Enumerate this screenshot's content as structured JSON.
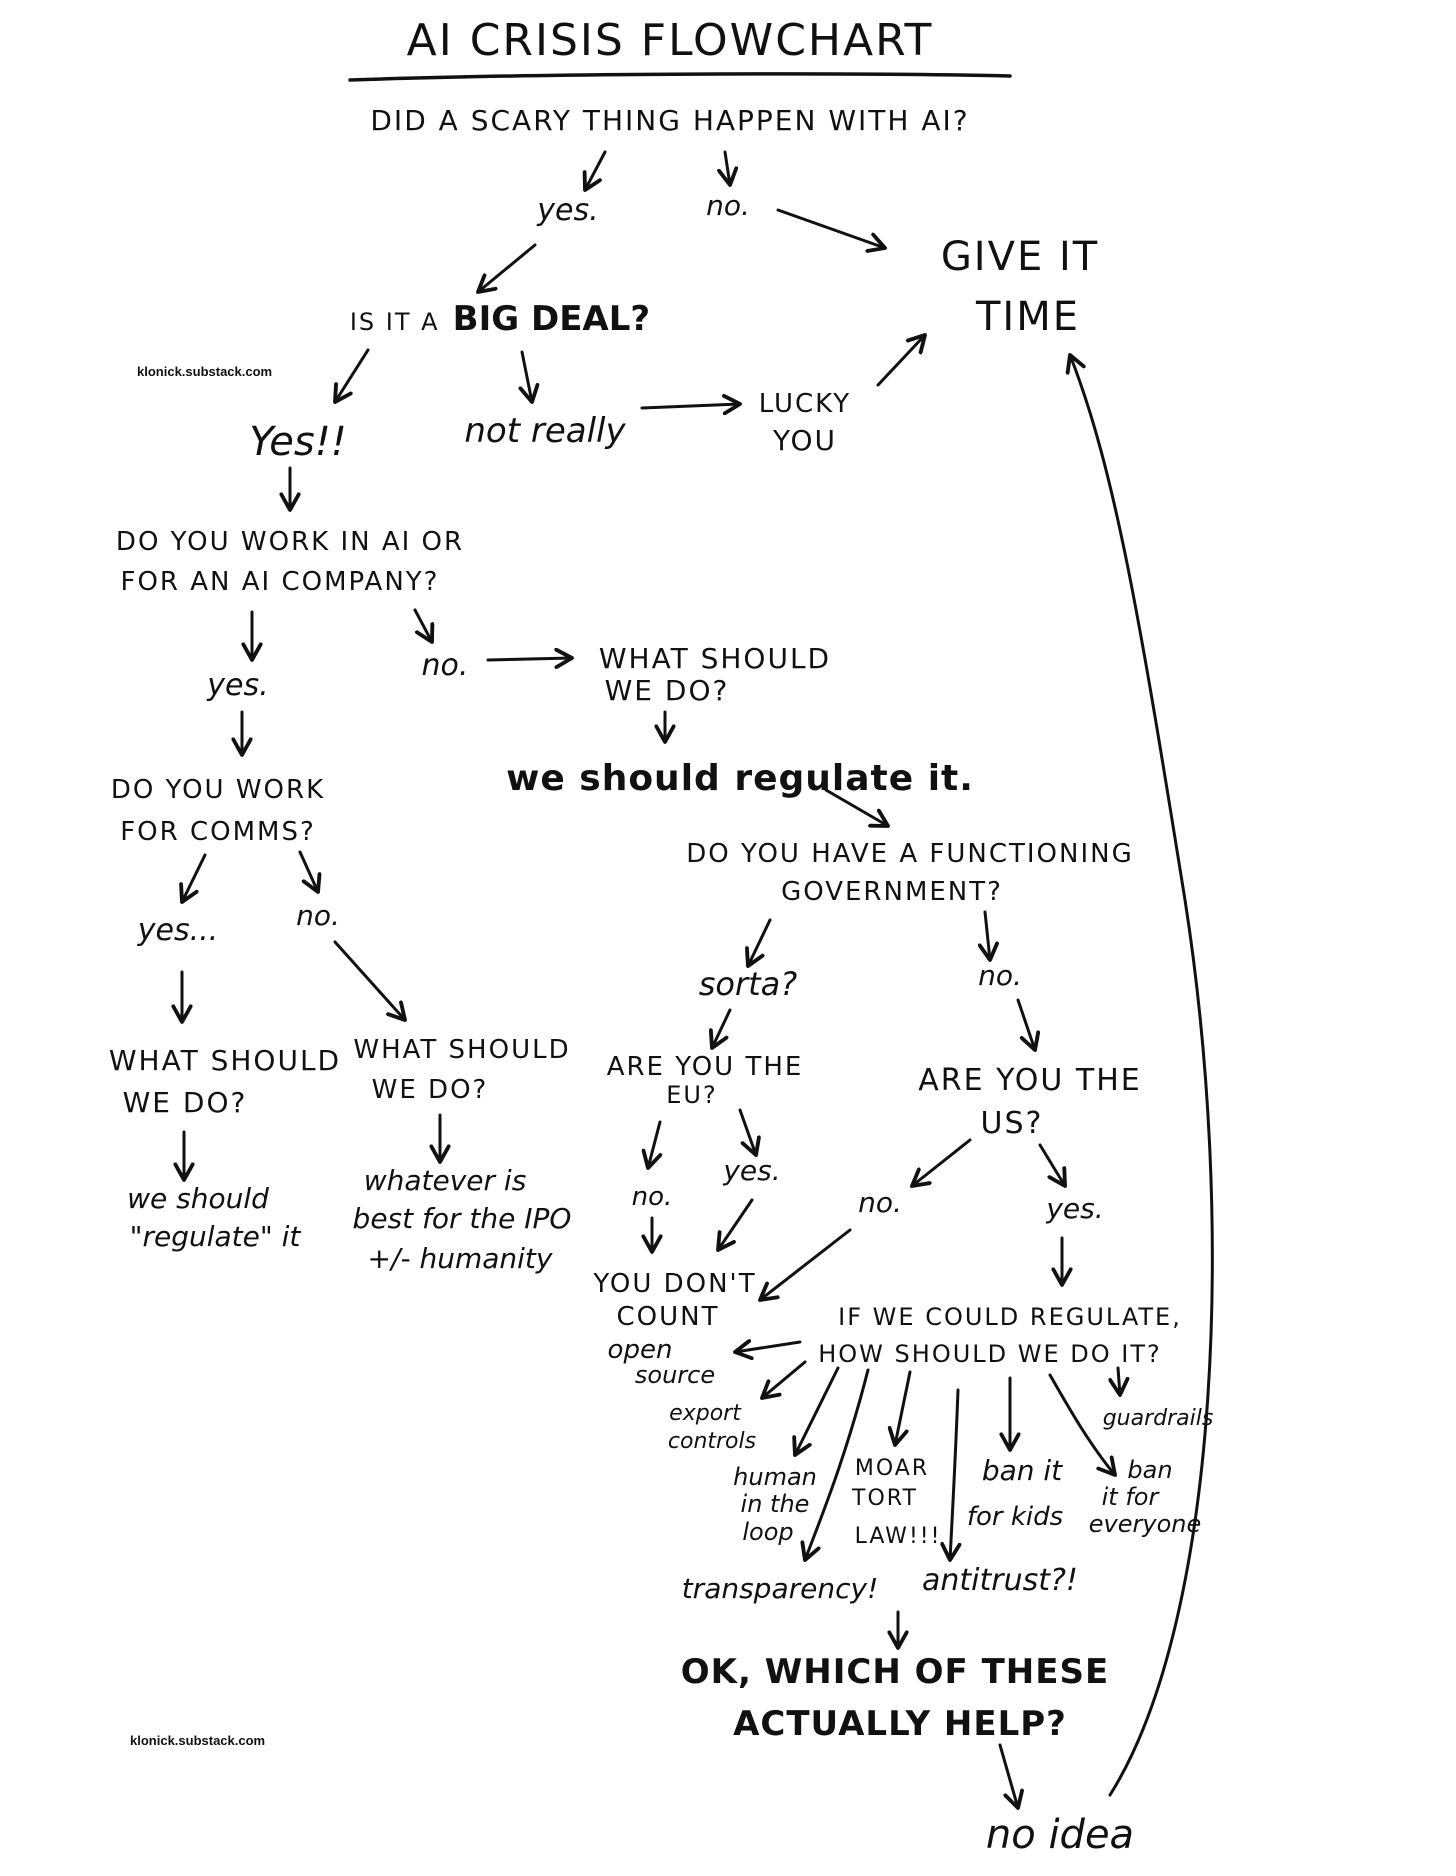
{
  "title": "AI CRISIS FLOWCHART",
  "watermark_top": "klonick.substack.com",
  "watermark_bottom": "klonick.substack.com",
  "nodes": {
    "q_scary": "DID A SCARY THING HAPPEN WITH AI?",
    "a_yes1": "yes.",
    "a_no1": "no.",
    "give_it_time_l1": "GIVE IT",
    "give_it_time_l2": "TIME",
    "q_bigdeal_prefix": "IS IT A",
    "q_bigdeal_emph": "BIG DEAL?",
    "a_yes2": "Yes!!",
    "a_notreally": "not really",
    "lucky_l1": "LUCKY",
    "lucky_l2": "YOU",
    "q_work_l1": "DO YOU WORK IN AI OR",
    "q_work_l2": "FOR AN AI COMPANY?",
    "a_yes3": "yes.",
    "a_no3": "no.",
    "q_wsd1_l1": "WHAT SHOULD",
    "q_wsd1_l2": "WE DO?",
    "regulate_it": "we should regulate it.",
    "q_comms_l1": "DO YOU WORK",
    "q_comms_l2": "FOR COMMS?",
    "a_yes4": "yes...",
    "a_no4": "no.",
    "q_wsd2_l1": "WHAT SHOULD",
    "q_wsd2_l2": "WE DO?",
    "q_wsd3_l1": "WHAT SHOULD",
    "q_wsd3_l2": "WE DO?",
    "ans_quoted_l1": "we should",
    "ans_quoted_l2": "\"regulate\" it",
    "ans_ipo_l1": "whatever is",
    "ans_ipo_l2": "best for the IPO",
    "ans_ipo_l3": "+/- humanity",
    "q_gov_l1": "DO YOU HAVE A FUNCTIONING",
    "q_gov_l2": "GOVERNMENT?",
    "a_sorta": "sorta?",
    "a_no5": "no.",
    "q_eu_l1": "ARE YOU THE",
    "q_eu_l2": "EU?",
    "a_no6": "no.",
    "a_yes6": "yes.",
    "q_us_l1": "ARE YOU THE",
    "q_us_l2": "US?",
    "a_no7": "no.",
    "a_yes7": "yes.",
    "dont_count_l1": "YOU DON'T",
    "dont_count_l2": "COUNT",
    "q_how_l1": "IF WE COULD REGULATE,",
    "q_how_l2": "HOW SHOULD WE DO IT?",
    "opt_opensource_l1": "open",
    "opt_opensource_l2": "source",
    "opt_export_l1": "export",
    "opt_export_l2": "controls",
    "opt_human_l1": "human",
    "opt_human_l2": "in the",
    "opt_human_l3": "loop",
    "opt_tort_l1": "MOAR",
    "opt_tort_l2": "TORT",
    "opt_tort_l3": "LAW!!!",
    "opt_kids_l1": "ban it",
    "opt_kids_l2": "for kids",
    "opt_everyone_l1": "ban",
    "opt_everyone_l2": "it for",
    "opt_everyone_l3": "everyone",
    "opt_guardrails": "guardrails",
    "opt_transparency": "transparency!",
    "opt_antitrust": "antitrust?!",
    "q_help_l1": "OK, WHICH OF THESE",
    "q_help_l2": "ACTUALLY HELP?",
    "no_idea": "no idea"
  }
}
